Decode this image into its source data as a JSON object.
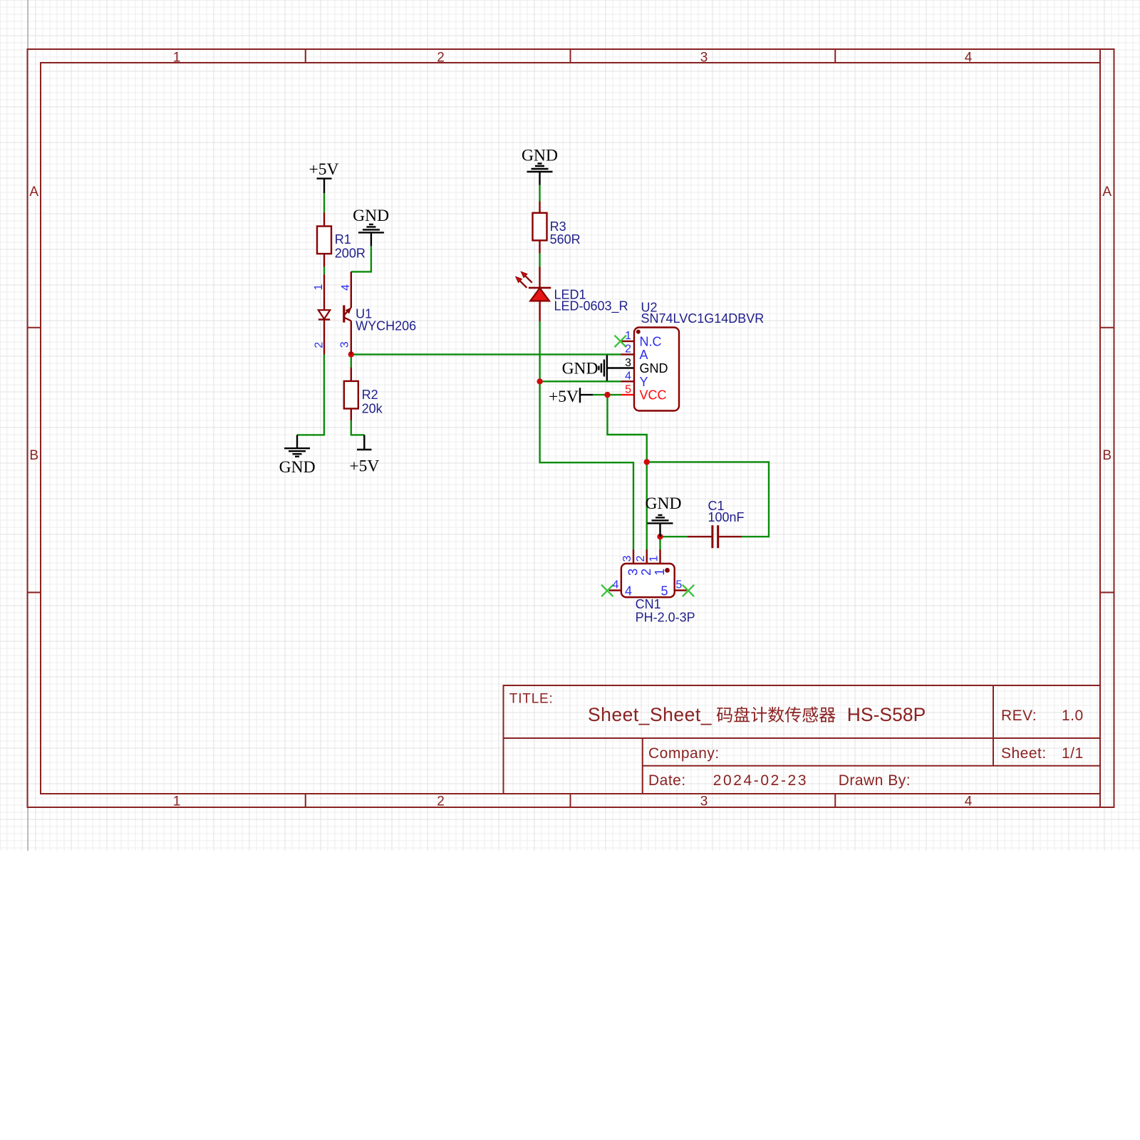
{
  "palette": {
    "frame": "#8b2222",
    "component": "#880000",
    "wire": "#0a8c0a",
    "junction": "#cf0c0c",
    "led_fill": "#e51616",
    "noconnect": "#3cc33c",
    "label": "#1f1f8c",
    "pin_number": "#2d2deb",
    "power_red": "#fa0a0a",
    "net_text": "#000000",
    "grid_minor": "#ececec",
    "grid_major": "#e0e0e0",
    "background": "#ffffff",
    "page_edge": "#9a9a9a"
  },
  "frame": {
    "columns": [
      "1",
      "2",
      "3",
      "4"
    ],
    "rows": [
      "A",
      "B"
    ]
  },
  "title_block": {
    "title_label": "TITLE:",
    "title": "Sheet_Sheet_码盘计数传感器 HS-S58P",
    "title_prefix": "Sheet_Sheet_",
    "title_cjk": "码盘计数传感器",
    "title_suffix": "HS-S58P",
    "rev_label": "REV:",
    "rev": "1.0",
    "company_label": "Company:",
    "company": "",
    "sheet_label": "Sheet:",
    "sheet": "1/1",
    "date_label": "Date:",
    "date": "2024-02-23",
    "drawn_by_label": "Drawn By:",
    "drawn_by": ""
  },
  "nets": {
    "plus5v": "+5V",
    "gnd": "GND"
  },
  "components": {
    "r1": {
      "ref": "R1",
      "value": "200R"
    },
    "r2": {
      "ref": "R2",
      "value": "20k"
    },
    "r3": {
      "ref": "R3",
      "value": "560R"
    },
    "led1": {
      "ref": "LED1",
      "value": "LED-0603_R"
    },
    "u1": {
      "ref": "U1",
      "value": "WYCH206",
      "pins": [
        "1",
        "2",
        "3",
        "4"
      ]
    },
    "u2": {
      "ref": "U2",
      "value": "SN74LVC1G14DBVR",
      "pins": [
        {
          "num": "1",
          "name": "N.C"
        },
        {
          "num": "2",
          "name": "A"
        },
        {
          "num": "3",
          "name": "GND"
        },
        {
          "num": "4",
          "name": "Y"
        },
        {
          "num": "5",
          "name": "VCC"
        }
      ]
    },
    "c1": {
      "ref": "C1",
      "value": "100nF"
    },
    "cn1": {
      "ref": "CN1",
      "value": "PH-2.0-3P",
      "pins": [
        "1",
        "2",
        "3",
        "4",
        "5"
      ]
    }
  }
}
